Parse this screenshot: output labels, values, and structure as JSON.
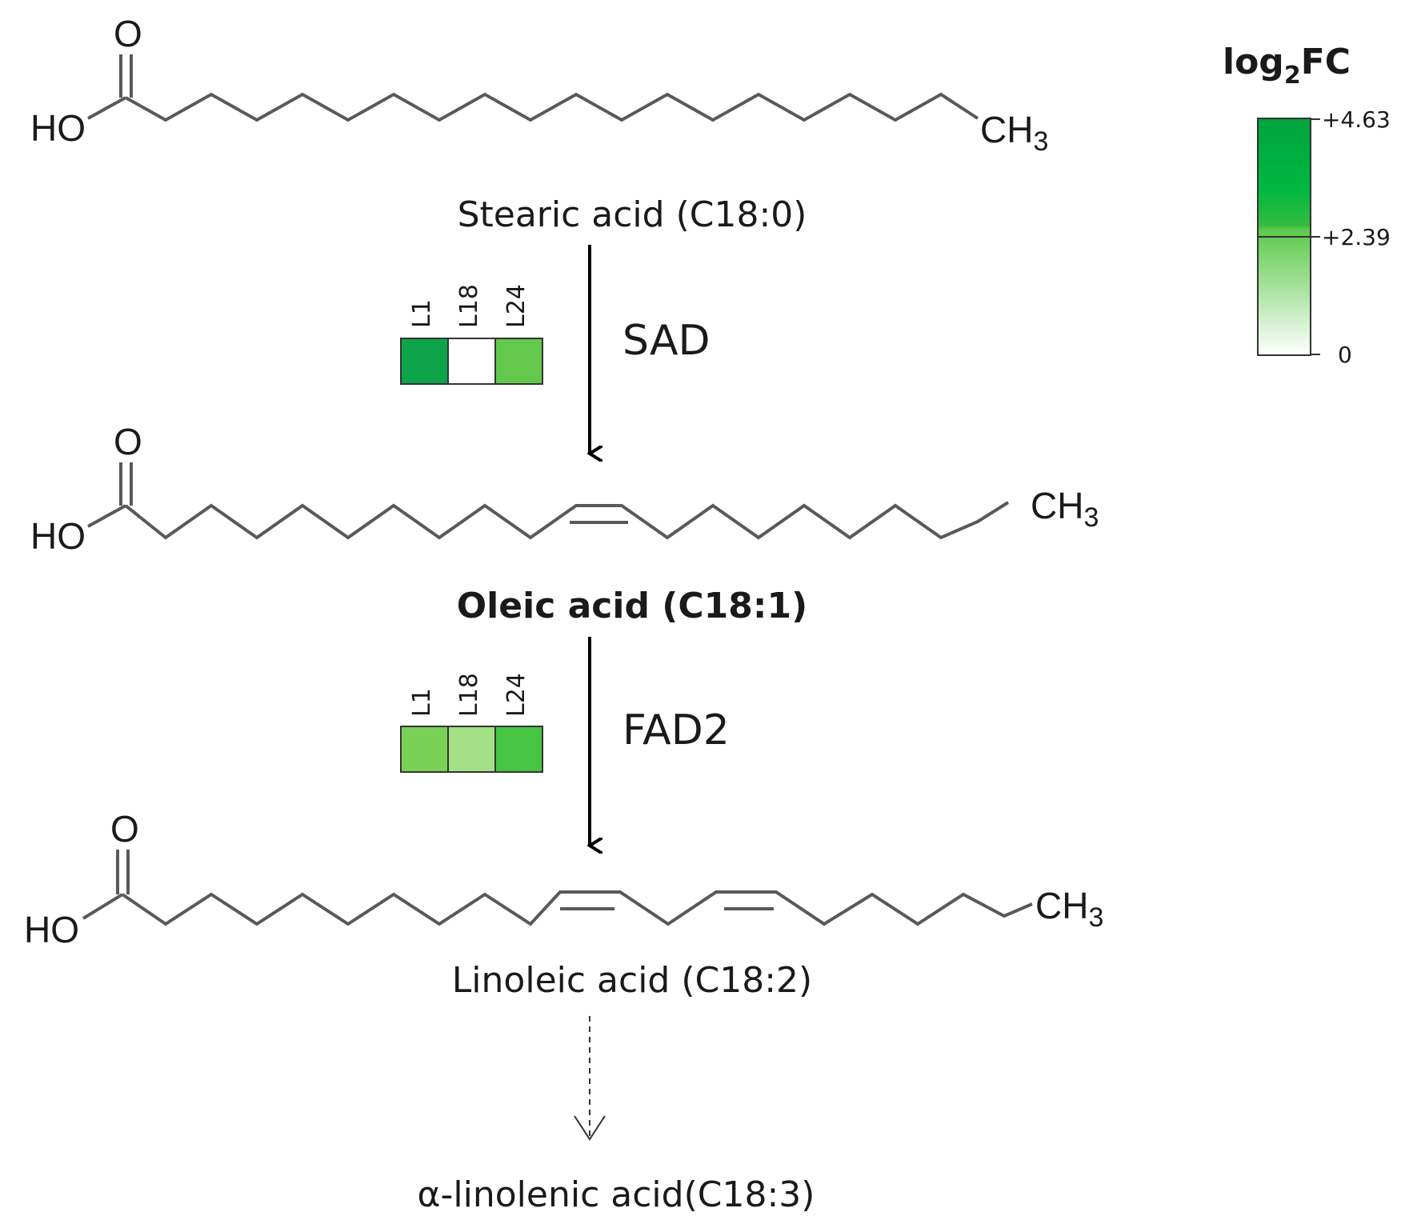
{
  "compounds": {
    "stearic": {
      "name": "Stearic acid (C18:0)",
      "ho": "HO",
      "o": "O",
      "ch": "CH",
      "ch_sub": "3"
    },
    "oleic": {
      "name": "Oleic acid (C18:1)",
      "ho": "HO",
      "o": "O",
      "ch": "CH",
      "ch_sub": "3"
    },
    "linoleic": {
      "name": "Linoleic acid (C18:2)",
      "ho": "HO",
      "o": "O",
      "ch": "CH",
      "ch_sub": "3"
    },
    "alpha_linolenic": {
      "name": "α-linolenic acid(C18:3)"
    }
  },
  "enzymes": {
    "sad": {
      "label": "SAD",
      "samples": [
        "L1",
        "L18",
        "L24"
      ],
      "log2fc_colors": [
        "#0da348",
        "#ffffff",
        "#62c94c"
      ]
    },
    "fad2": {
      "label": "FAD2",
      "samples": [
        "L1",
        "L18",
        "L24"
      ],
      "log2fc_colors": [
        "#79d155",
        "#a3e086",
        "#46c443"
      ]
    }
  },
  "legend": {
    "title_main": "log",
    "title_sub": "2",
    "title_end": "FC",
    "ticks": [
      "+4.63",
      "+2.39",
      "0"
    ],
    "colors": {
      "max": "#00a33e",
      "mid": "#33bb40",
      "min": "#ffffff"
    }
  }
}
